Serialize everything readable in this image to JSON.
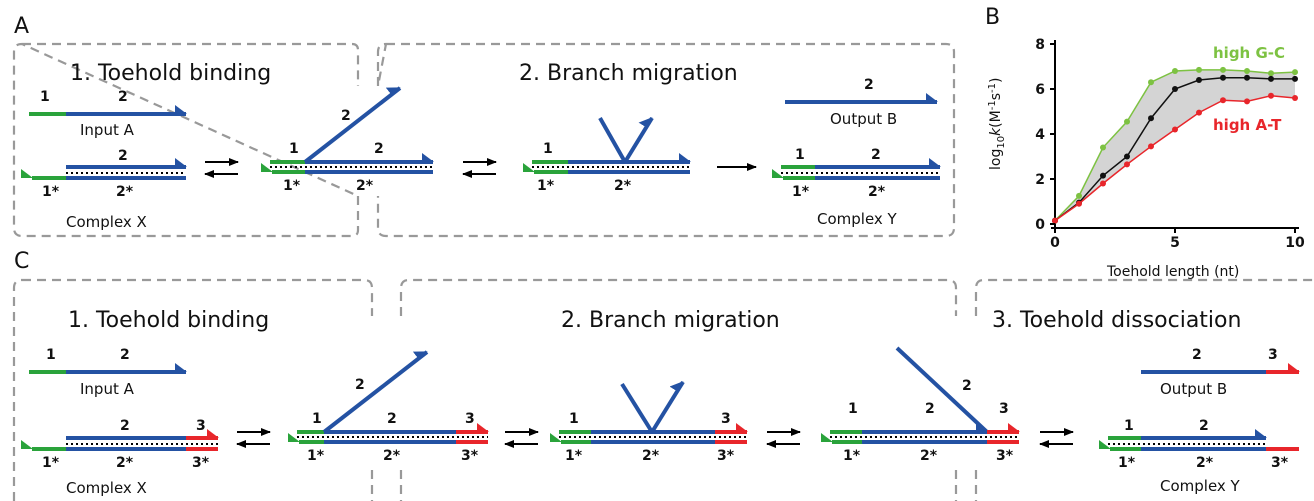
{
  "panels": {
    "a": "A",
    "b": "B",
    "c": "C"
  },
  "colors": {
    "toehold_1": "#2aa33b",
    "branch_2": "#2452a3",
    "toehold_3": "#e8262b",
    "box_border": "#999999",
    "high_gc": "#7dc242",
    "high_at": "#e8262b",
    "band": "#d4d4d4"
  },
  "panelA": {
    "step1_title": "1. Toehold binding",
    "step2_title": "2. Branch migration",
    "input_label": "Input A",
    "complex_x_label": "Complex X",
    "output_label": "Output B",
    "complex_y_label": "Complex Y",
    "seg1": "1",
    "seg2": "2",
    "seg1s": "1*",
    "seg2s": "2*"
  },
  "panelC": {
    "step1_title": "1. Toehold binding",
    "step2_title": "2. Branch migration",
    "step3_title": "3. Toehold dissociation",
    "input_label": "Input A",
    "complex_x_label": "Complex X",
    "output_label": "Output B",
    "complex_y_label": "Complex Y",
    "seg1": "1",
    "seg2": "2",
    "seg3": "3",
    "seg1s": "1*",
    "seg2s": "2*",
    "seg3s": "3*"
  },
  "chart_data": {
    "type": "line",
    "xlabel": "Toehold length (nt)",
    "ylabel_prefix": "log",
    "ylabel_sub": "10",
    "ylabel_k": "k",
    "ylabel_unit": "(M",
    "ylabel_sup1": "-1",
    "ylabel_s": "s",
    "ylabel_sup2": "-1",
    "ylabel_end": ")",
    "xlim": [
      0,
      10
    ],
    "ylim": [
      0,
      8
    ],
    "xticks": [
      "0",
      "5",
      "10"
    ],
    "yticks": [
      "0",
      "2",
      "4",
      "6",
      "8"
    ],
    "x": [
      0,
      1,
      2,
      3,
      4,
      5,
      6,
      7,
      8,
      9,
      10
    ],
    "series": [
      {
        "name": "high G-C",
        "color": "#7dc242",
        "values": [
          0.15,
          1.25,
          3.4,
          4.55,
          6.3,
          6.8,
          6.85,
          6.85,
          6.8,
          6.7,
          6.75
        ]
      },
      {
        "name": "",
        "color": "#111111",
        "values": [
          0.15,
          0.95,
          2.15,
          3.0,
          4.7,
          6.0,
          6.4,
          6.5,
          6.5,
          6.45,
          6.45
        ]
      },
      {
        "name": "high A-T",
        "color": "#e8262b",
        "values": [
          0.15,
          0.9,
          1.8,
          2.65,
          3.45,
          4.2,
          4.95,
          5.5,
          5.45,
          5.7,
          5.6
        ]
      }
    ]
  }
}
